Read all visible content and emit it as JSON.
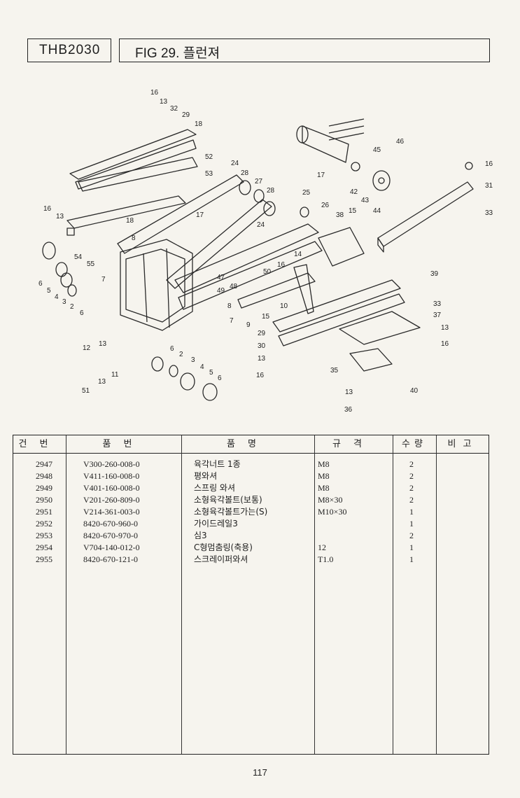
{
  "header": {
    "model": "THB2030",
    "figure_title": "FIG 29. 플런져"
  },
  "diagram": {
    "labels": [
      "16",
      "13",
      "32",
      "29",
      "18",
      "52",
      "53",
      "16",
      "13",
      "18",
      "17",
      "24",
      "28",
      "27",
      "28",
      "25",
      "26",
      "24",
      "17",
      "38",
      "15",
      "45",
      "46",
      "42",
      "43",
      "44",
      "16",
      "31",
      "33",
      "8",
      "54",
      "55",
      "7",
      "6",
      "5",
      "4",
      "3",
      "2",
      "6",
      "14",
      "47",
      "50",
      "16",
      "49",
      "48",
      "8",
      "7",
      "9",
      "10",
      "15",
      "39",
      "33",
      "37",
      "13",
      "16",
      "29",
      "30",
      "13",
      "16",
      "35",
      "13",
      "40",
      "36",
      "12",
      "13",
      "6",
      "2",
      "3",
      "4",
      "5",
      "6",
      "11",
      "13",
      "51"
    ]
  },
  "table": {
    "headers": [
      "건번",
      "품번",
      "품명",
      "규격",
      "수량",
      "비고"
    ],
    "rows": [
      {
        "no": "2947",
        "part": "V300-260-008-0",
        "name": "육각너트 1종",
        "spec": "M8",
        "qty": "2"
      },
      {
        "no": "2948",
        "part": "V411-160-008-0",
        "name": "평와셔",
        "spec": "M8",
        "qty": "2"
      },
      {
        "no": "2949",
        "part": "V401-160-008-0",
        "name": "스프링 와셔",
        "spec": "M8",
        "qty": "2"
      },
      {
        "no": "2950",
        "part": "V201-260-809-0",
        "name": "소형육각볼트(보통)",
        "spec": "M8×30",
        "qty": "2"
      },
      {
        "no": "2951",
        "part": "V214-361-003-0",
        "name": "소형육각볼트가는(S)",
        "spec": "M10×30",
        "qty": "1"
      },
      {
        "no": "2952",
        "part": "8420-670-960-0",
        "name": "가이드레일3",
        "spec": "",
        "qty": "1"
      },
      {
        "no": "2953",
        "part": "8420-670-970-0",
        "name": "심3",
        "spec": "",
        "qty": "2"
      },
      {
        "no": "2954",
        "part": "V704-140-012-0",
        "name": "C형멈춤링(축용)",
        "spec": "12",
        "qty": "1"
      },
      {
        "no": "2955",
        "part": "8420-670-121-0",
        "name": "스크레이퍼와셔",
        "spec": "T1.0",
        "qty": "1"
      }
    ]
  },
  "footer": {
    "page_number": "117"
  }
}
